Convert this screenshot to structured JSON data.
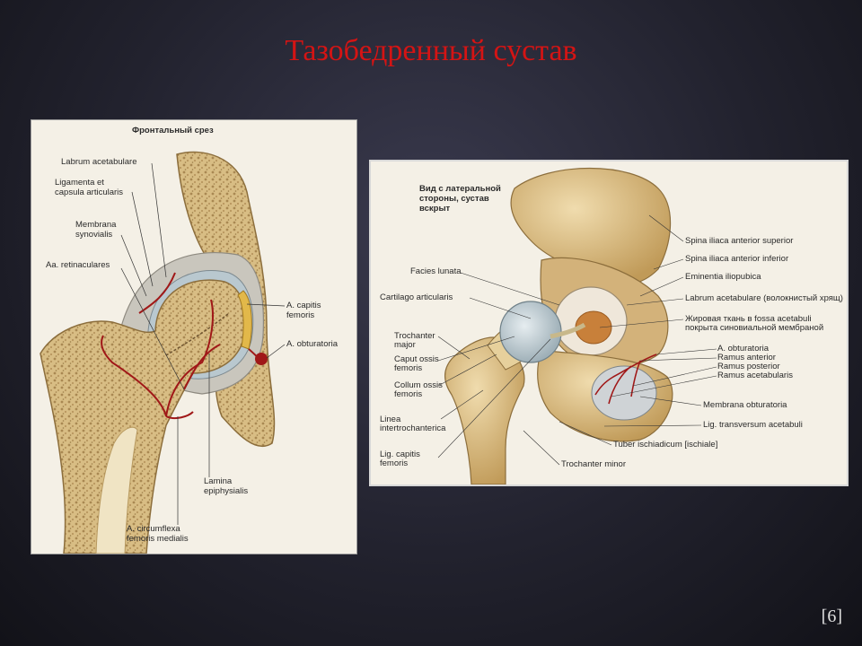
{
  "slide": {
    "title": "Тазобедренный сустав",
    "reference": "[6]"
  },
  "left_figure": {
    "header": "Фронтальный срез",
    "labels": {
      "labrum": "Labrum acetabulare",
      "ligamenta_1": "Ligamenta et",
      "ligamenta_2": "capsula articularis",
      "membrana_1": "Membrana",
      "membrana_2": "synovialis",
      "retinaculares": "Aa. retinaculares",
      "capitis_1": "A. capitis",
      "capitis_2": "femoris",
      "obturatoria": "A. obturatoria",
      "lamina_1": "Lamina",
      "lamina_2": "epiphysialis",
      "circumflexa_1": "A. circumflexa",
      "circumflexa_2": "femoris medialis"
    }
  },
  "right_figure": {
    "header_1": "Вид с латеральной",
    "header_2": "стороны, сустав",
    "header_3": "вскрыт",
    "labels": {
      "facies_lunata": "Facies lunata",
      "cartilago": "Cartilago articularis",
      "trochanter_major_1": "Trochanter",
      "trochanter_major_2": "major",
      "caput_1": "Caput ossis",
      "caput_2": "femoris",
      "collum_1": "Collum ossis",
      "collum_2": "femoris",
      "linea_1": "Linea",
      "linea_2": "intertrochanterica",
      "lig_capitis_1": "Lig. capitis",
      "lig_capitis_2": "femoris",
      "spina_superior": "Spina iliaca anterior superior",
      "spina_inferior": "Spina iliaca anterior inferior",
      "eminentia": "Eminentia iliopubica",
      "labrum": "Labrum acetabulare (волокнистый хрящ)",
      "fossa_1": "Жировая ткань в fossa acetabuli",
      "fossa_2": "покрыта синовиальной мембраной",
      "a_obturatoria": "A. obturatoria",
      "ramus_anterior": "Ramus anterior",
      "ramus_posterior": "Ramus posterior",
      "ramus_acetabularis": "Ramus acetabularis",
      "membrana_obturatoria": "Membrana obturatoria",
      "lig_transversum": "Lig. transversum acetabuli",
      "tuber": "Tuber ischiadicum [ischiale]",
      "trochanter_minor": "Trochanter minor"
    }
  },
  "colors": {
    "title": "#d41414",
    "bone": "#d9c08a",
    "cartilage": "#b9c8cf",
    "artery": "#a01818",
    "paper": "#f4f0e6"
  }
}
